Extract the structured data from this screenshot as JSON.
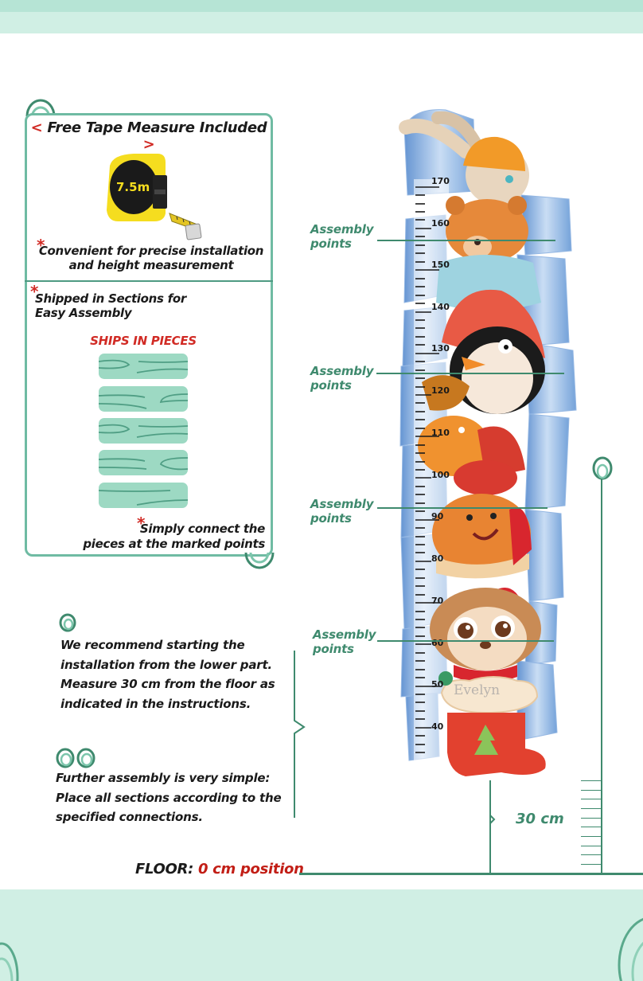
{
  "card": {
    "title_left_bracket": "<",
    "title": "Free Tape Measure Included",
    "title_right_bracket": ">",
    "tape_image_label": "7.5m",
    "star": "*",
    "tape_note_line1": "Convenient for precise installation",
    "tape_note_line2": "and height measurement",
    "ship_note_line1": "Shipped in Sections for",
    "ship_note_line2": "Easy Assembly",
    "ships_label": "SHIPS IN PIECES",
    "piece_count": 5,
    "connect_note_line1": "Simply connect the",
    "connect_note_line2": "pieces at the marked points"
  },
  "steps": [
    {
      "marker_count": 1,
      "lines": [
        "We recommend starting the",
        "installation from the lower part.",
        "Measure 30 cm from the floor as",
        "indicated in the instructions."
      ]
    },
    {
      "marker_count": 2,
      "lines": [
        "Further assembly is very simple:",
        "Place all sections according to the",
        "specified connections."
      ]
    }
  ],
  "assembly_points": [
    {
      "line1": "Assembly",
      "line2": "points"
    },
    {
      "line1": "Assembly",
      "line2": "points"
    },
    {
      "line1": "Assembly",
      "line2": "points"
    },
    {
      "line1": "Assembly",
      "line2": "points"
    }
  ],
  "growth_chart": {
    "ruler_labels": [
      "170",
      "160",
      "150",
      "140",
      "130",
      "120",
      "110",
      "100",
      "90",
      "80",
      "70",
      "60",
      "50",
      "40"
    ],
    "name": "Evelyn",
    "characters": [
      "bunny",
      "bear",
      "penguin",
      "moose",
      "bear-cub",
      "puppy",
      "stocking"
    ]
  },
  "measurement": {
    "offset_label": "30 cm",
    "floor_label": "FLOOR:",
    "floor_value": "0 cm position"
  },
  "colors": {
    "accent_green": "#3f8a6e",
    "light_green": "#d0efe4",
    "piece_green": "#9dd9c3",
    "red": "#d12b25"
  }
}
